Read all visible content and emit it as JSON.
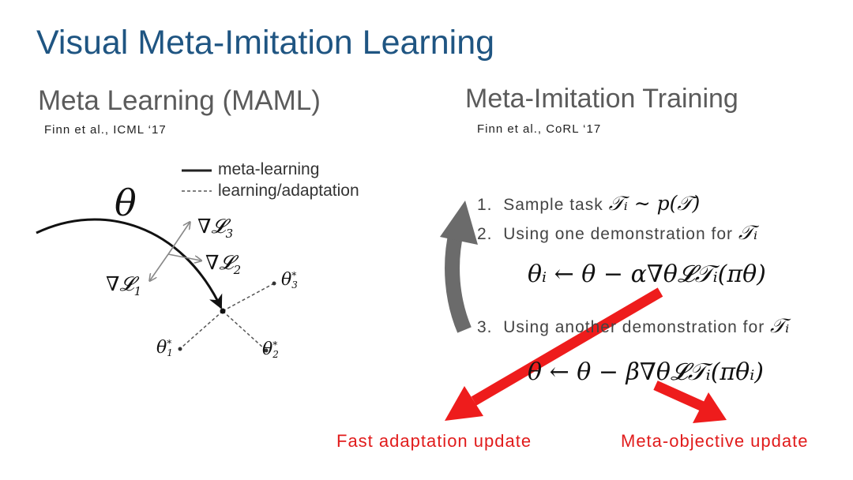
{
  "slide": {
    "title": "Visual Meta-Imitation Learning"
  },
  "left": {
    "heading": "Meta Learning (MAML)",
    "citation": "Finn et al., ICML ‘17",
    "legend": {
      "solid": "meta-learning",
      "dashed": "learning/adaptation"
    },
    "diagram": {
      "theta": "θ",
      "grad1": "∇𝓛",
      "grad1_sub": "1",
      "grad2": "∇𝓛",
      "grad2_sub": "2",
      "grad3": "∇𝓛",
      "grad3_sub": "3",
      "opt1": "θ",
      "opt1_sub": "1",
      "opt1_sup": "*",
      "opt2": "θ",
      "opt2_sub": "2",
      "opt2_sup": "*",
      "opt3": "θ",
      "opt3_sub": "3",
      "opt3_sup": "*"
    }
  },
  "right": {
    "heading": "Meta-Imitation Training",
    "citation": "Finn et al., CoRL ‘17",
    "steps": [
      {
        "num": "1.",
        "text": "Sample task",
        "math": "𝒯ᵢ ∼ p(𝒯)"
      },
      {
        "num": "2.",
        "text": "Using one demonstration for",
        "math": "𝒯ᵢ"
      },
      {
        "num": "3.",
        "text": "Using another demonstration for",
        "math": "𝒯ᵢ"
      }
    ],
    "eq_inner": "θᵢ ← θ − α∇θ𝓛𝒯ᵢ(πθ)",
    "eq_outer": "θ ← θ − β∇θ𝓛𝒯ᵢ(πθᵢ)",
    "labels": {
      "fast": "Fast adaptation update",
      "meta": "Meta-objective update"
    },
    "colors": {
      "arrow_red": "#ee1c1c",
      "arrow_gray": "#666666"
    }
  }
}
